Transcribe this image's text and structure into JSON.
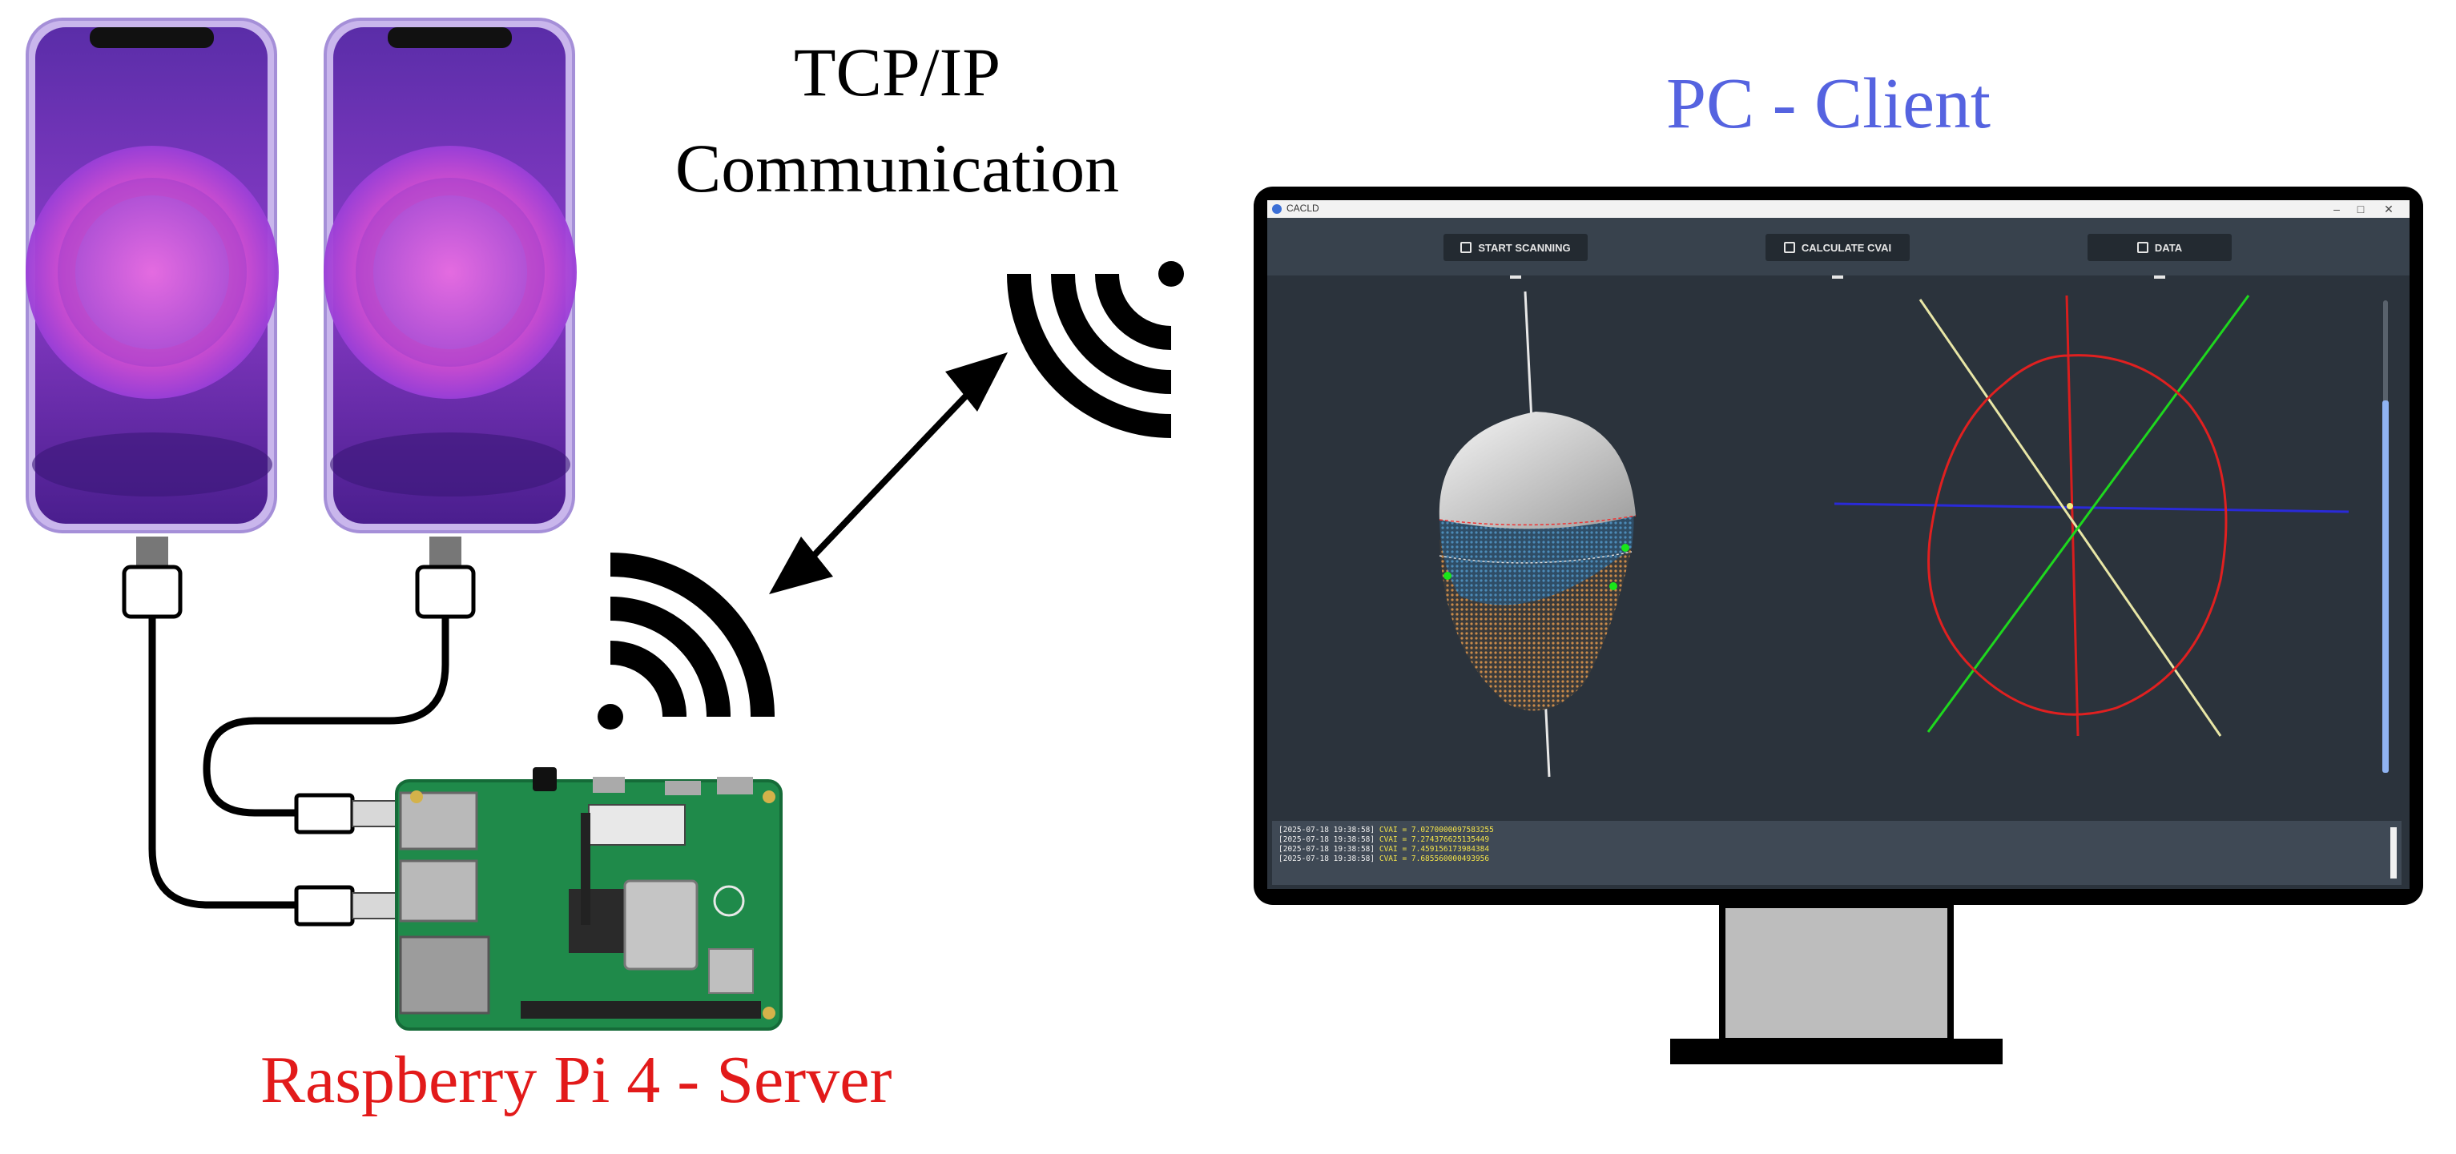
{
  "labels": {
    "tcp_line1": "TCP/IP",
    "tcp_line2": "Communication",
    "pc_client": "PC - Client",
    "server": "Raspberry Pi 4 - Server"
  },
  "colors": {
    "pc_client": "#5563e0",
    "server": "#e21a1a",
    "phone_purple": "#9b5cdc",
    "pcb_green": "#1f8a4a"
  },
  "app": {
    "title": "CACLD",
    "toolbar": [
      {
        "label": "START SCANNING",
        "icon": "scan-icon"
      },
      {
        "label": "CALCULATE CVAI",
        "icon": "chart-icon"
      },
      {
        "label": "DATA",
        "icon": "save-icon"
      }
    ],
    "log": [
      {
        "timestamp": "[2025-07-18 19:38:58]",
        "value": "CVAI = 7.0270000097583255"
      },
      {
        "timestamp": "[2025-07-18 19:38:58]",
        "value": "CVAI = 7.274376625135449"
      },
      {
        "timestamp": "[2025-07-18 19:38:58]",
        "value": "CVAI = 7.459156173984384"
      },
      {
        "timestamp": "[2025-07-18 19:38:58]",
        "value": "CVAI = 7.685560000493956"
      }
    ]
  },
  "icons": [
    "smartphone-icon",
    "usb-cable-icon",
    "wifi-signal-icon",
    "double-arrow-icon",
    "raspberry-pi-board-icon",
    "monitor-icon",
    "head-point-cloud-icon",
    "contour-plot-icon"
  ]
}
